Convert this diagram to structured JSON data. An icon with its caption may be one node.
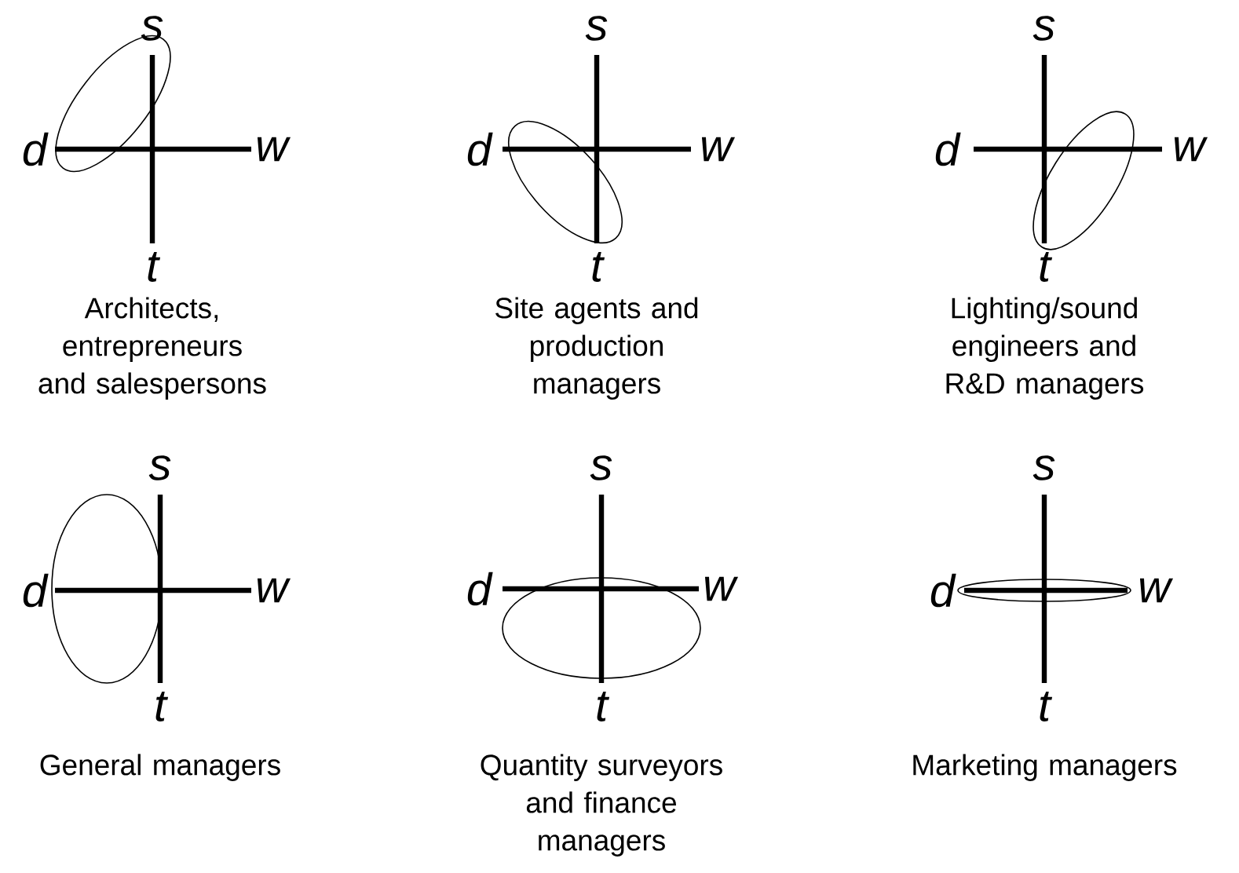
{
  "diagram": {
    "labels": [
      "s",
      "d",
      "w",
      "t",
      "Architects, entrepreneurs and salespersons",
      "s",
      "d",
      "w",
      "t",
      "Site agents and production managers",
      "s",
      "d",
      "w",
      "t",
      "Lighting/sound engineers and R&D managers",
      "s",
      "d",
      "w",
      "t",
      "General managers",
      "s",
      "d",
      "w",
      "t",
      "Quantity surveyors and finance managers",
      "s",
      "d",
      "w",
      "t",
      "Marketing managers"
    ]
  }
}
